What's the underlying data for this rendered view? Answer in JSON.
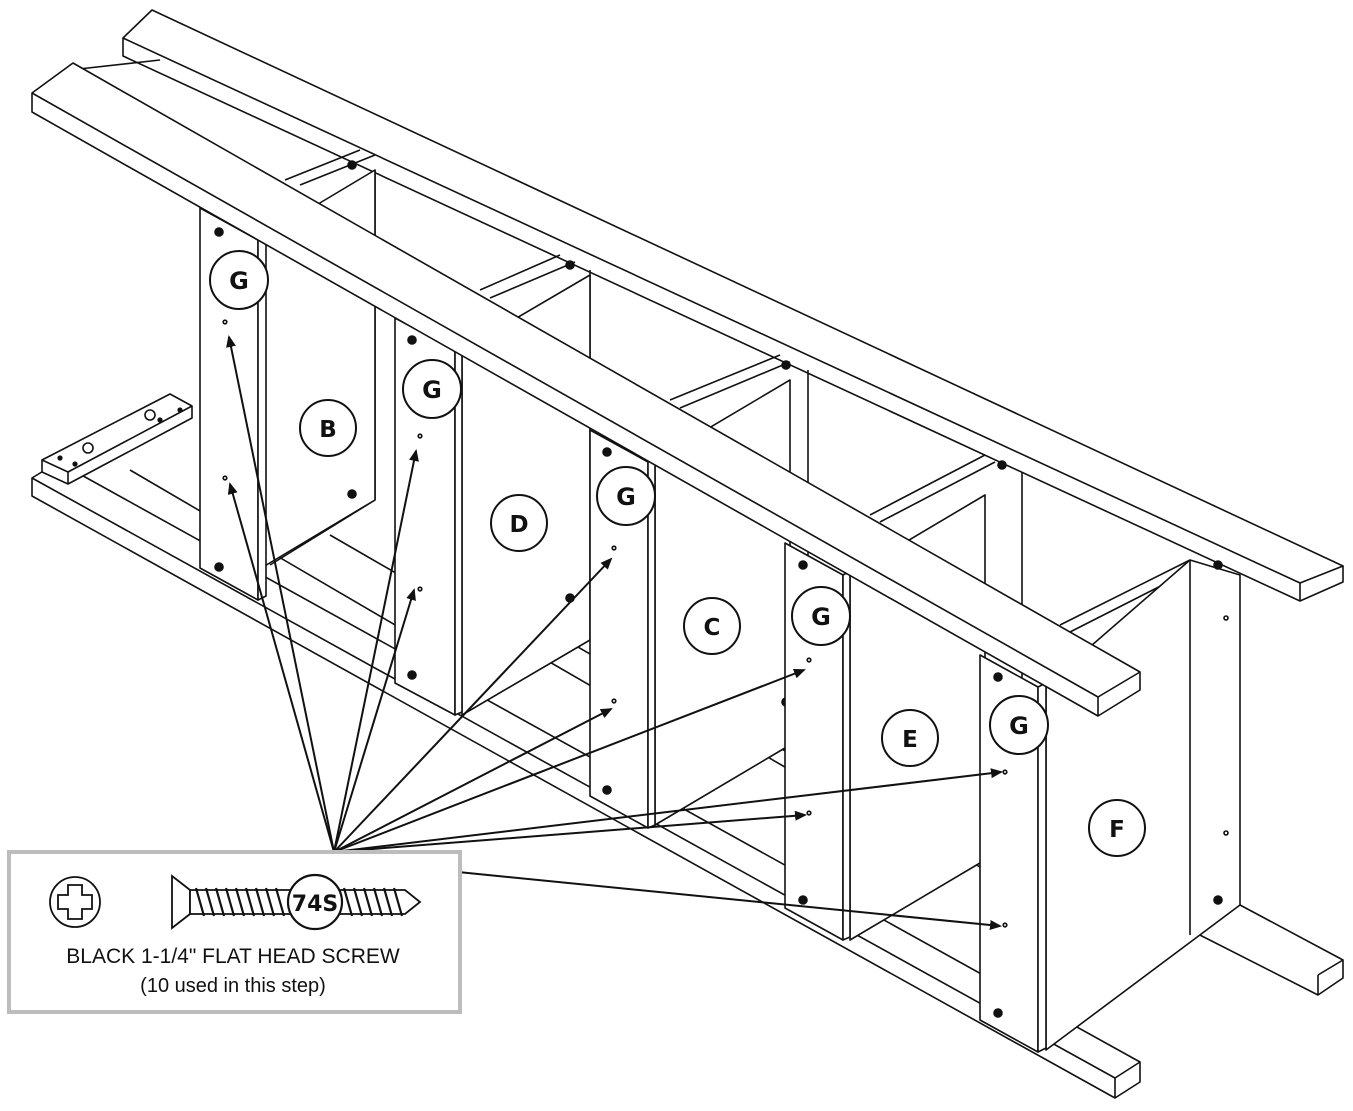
{
  "part_labels": {
    "b": "B",
    "c": "C",
    "d": "D",
    "e": "E",
    "f": "F",
    "g": "G"
  },
  "hardware": {
    "code": "74S",
    "name": "BLACK 1-1/4\" FLAT HEAD SCREW",
    "usage": "(10 used in this step)",
    "drive_icon": "phillips-head-icon",
    "screw_icon": "flat-head-screw-icon"
  },
  "colors": {
    "line": "#111111",
    "panel": "#ffffff",
    "callout_border": "#bdbdbd"
  }
}
